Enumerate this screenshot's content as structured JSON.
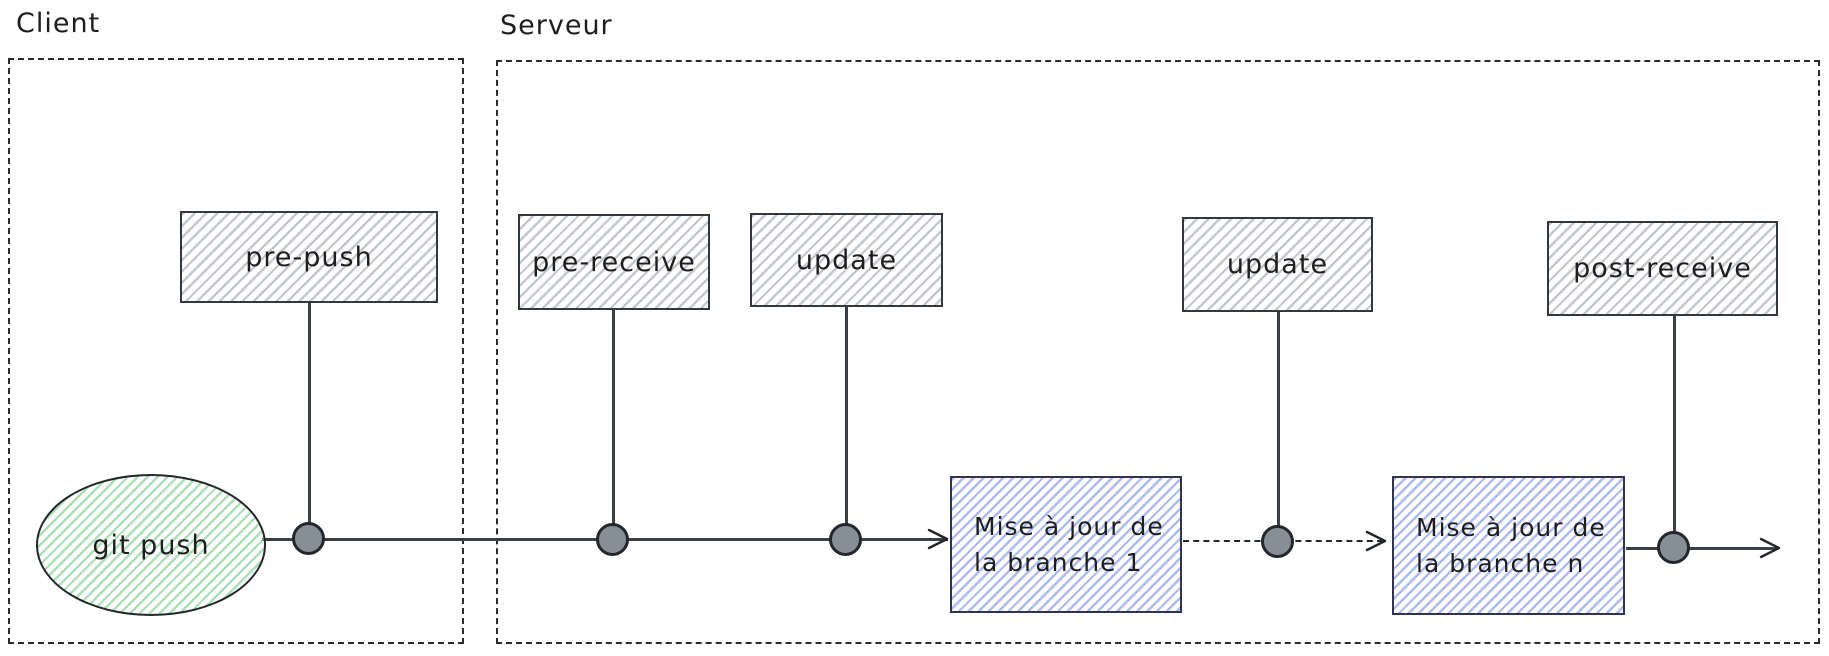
{
  "diagram": {
    "groups": {
      "client": {
        "label": "Client"
      },
      "serveur": {
        "label": "Serveur"
      }
    },
    "nodes": {
      "git_push": {
        "label": "git push"
      },
      "pre_push": {
        "label": "pre-push"
      },
      "pre_receive": {
        "label": "pre-receive"
      },
      "update_1": {
        "label": "update"
      },
      "update_2": {
        "label": "update"
      },
      "post_receive": {
        "label": "post-receive"
      },
      "branch_update_1": {
        "line1": "Mise à jour de",
        "line2": "la branche 1"
      },
      "branch_update_n": {
        "line1": "Mise à jour de",
        "line2": "la branche n"
      }
    },
    "colors": {
      "stroke": "#1e1e1e",
      "gray_fill": "#b9bfc5",
      "green_fill": "#96d8a5",
      "blue_fill": "#9eb0f0",
      "junction_fill": "#868e96",
      "background": "#ffffff"
    }
  }
}
